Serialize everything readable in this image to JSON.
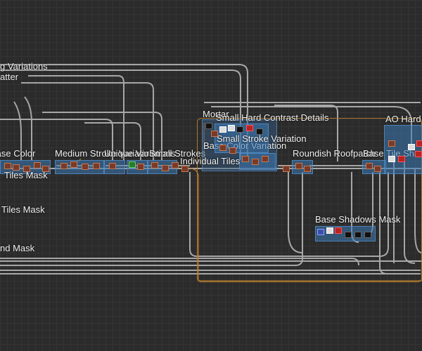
{
  "frames": [
    {
      "name": "frame-base-color",
      "title": "Base Color"
    },
    {
      "name": "frame-medium-stroke",
      "title": "Medium Stroke Variation"
    },
    {
      "name": "frame-unique-variations",
      "title": "Unique Variations"
    },
    {
      "name": "frame-small-strokes",
      "title": "Small Strokes"
    },
    {
      "name": "frame-base-color-variation",
      "title": "Base Color Variation"
    },
    {
      "name": "frame-mortar",
      "title": "Mortar"
    },
    {
      "name": "frame-small-hard-contrast",
      "title": "Small Hard Contrast Details"
    },
    {
      "name": "frame-small-stroke-variation",
      "title": "Small Stroke Variation"
    },
    {
      "name": "frame-individual-tiles",
      "title": "Individual Tiles"
    },
    {
      "name": "frame-roundish-roof",
      "title": "Roundish Roofpatch"
    },
    {
      "name": "frame-base-tile-shadow",
      "title": "Base Tile Shadow"
    },
    {
      "name": "frame-ao-hard",
      "title": "AO Hard"
    },
    {
      "name": "frame-base-shadows-mask",
      "title": "Base Shadows Mask"
    }
  ],
  "labels": {
    "tiling_variations": "g Variations",
    "scatter": "atter",
    "tiles_mask_1": "Tiles Mask",
    "tiles_mask_2": "Tiles Mask",
    "and_mask": "nd Mask"
  }
}
